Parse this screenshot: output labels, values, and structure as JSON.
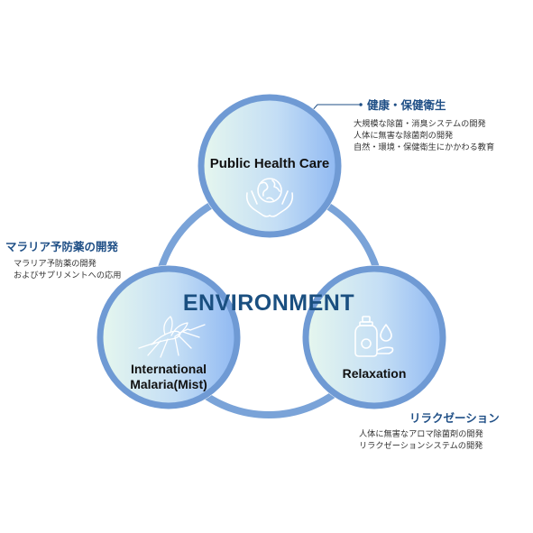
{
  "center_title": "ENVIRONMENT",
  "circles": {
    "public_health": {
      "label": "Public Health Care",
      "icon": "globe-in-hands-icon"
    },
    "malaria": {
      "label_line1": "International",
      "label_line2": "Malaria(Mist)",
      "icon": "mosquito-icon"
    },
    "relaxation": {
      "label": "Relaxation",
      "icon": "spray-bottle-drop-icon"
    }
  },
  "callouts": {
    "public_health": {
      "heading": "健康・保健衛生",
      "lines": [
        "大規模な除菌・消臭システムの開発",
        "人体に無害な除菌剤の開発",
        "自然・環境・保健衛生にかかわる教育"
      ]
    },
    "malaria": {
      "heading": "マラリア予防薬の開発",
      "lines": [
        "マラリア予防薬の開発",
        "およびサプリメントへの応用"
      ]
    },
    "relaxation": {
      "heading": "リラクゼーション",
      "lines": [
        "人体に無害なアロマ除菌剤の開発",
        "リラクゼーションシステムの開発"
      ]
    }
  },
  "colors": {
    "ring": "#7aa3d8",
    "circle_border": "#6f9ad4",
    "gradient_start": "#e6f7ee",
    "gradient_end": "#8fb8f2",
    "heading": "#1f4f86",
    "center_title": "#1a4f80"
  }
}
